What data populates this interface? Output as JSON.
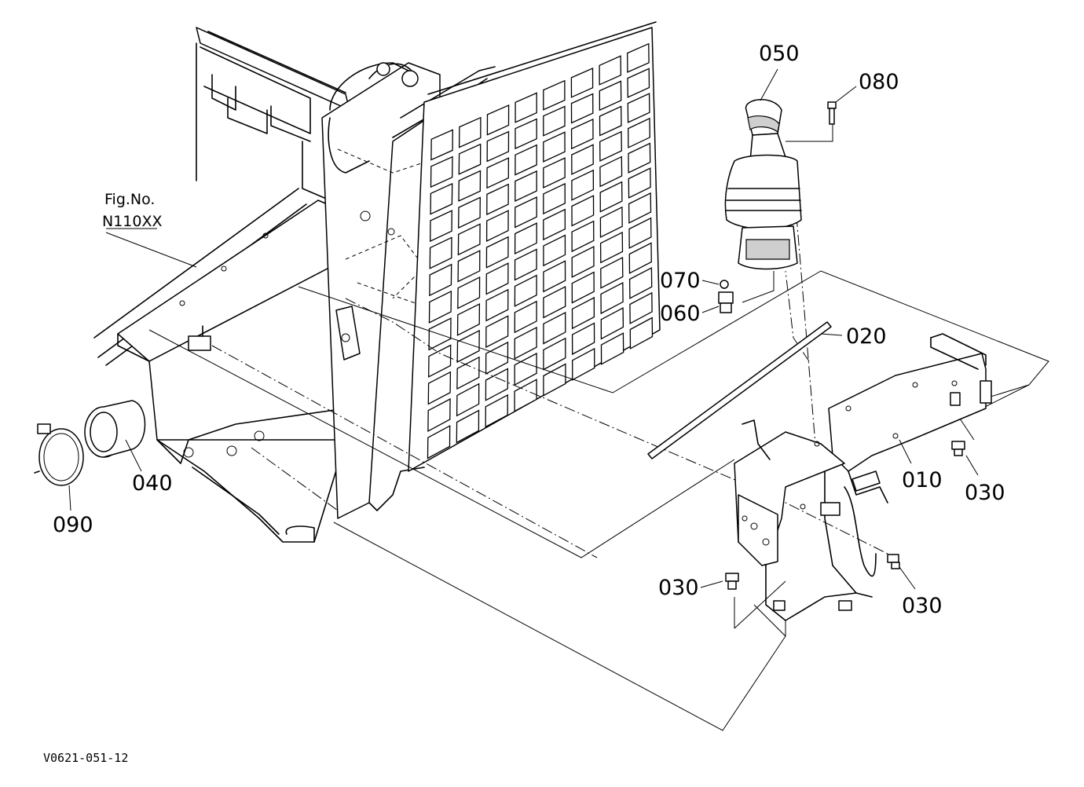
{
  "figure_ref": {
    "line1": "Fig.No.",
    "line2": "N110XX"
  },
  "parts": {
    "p010": "010",
    "p020": "020",
    "p030a": "030",
    "p030b": "030",
    "p030c": "030",
    "p040": "040",
    "p050": "050",
    "p060": "060",
    "p070": "070",
    "p080": "080",
    "p090": "090"
  },
  "drawing_code": "V0621-051-12"
}
